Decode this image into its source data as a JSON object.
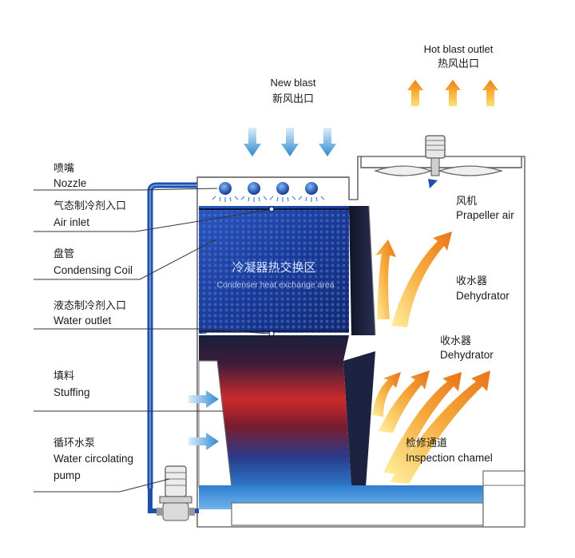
{
  "top": {
    "hot_blast_en": "Hot blast outlet",
    "hot_blast_cn": "热风出口",
    "new_blast_en": "New blast",
    "new_blast_cn": "新风出口"
  },
  "left_labels": [
    {
      "cn": "喷嘴",
      "en": "Nozzle"
    },
    {
      "cn": "气态制冷剂入口",
      "en": "Air inlet"
    },
    {
      "cn": "盘管",
      "en": "Condensing Coil"
    },
    {
      "cn": "液态制冷剂入口",
      "en": "Water outlet"
    },
    {
      "cn": "填料",
      "en": "Stuffing"
    },
    {
      "cn": "循环水泵",
      "en": "Water circolating",
      "en2": "pump"
    }
  ],
  "right_labels": [
    {
      "cn": "风机",
      "en": "Prapeller air"
    },
    {
      "cn": "收水器",
      "en": "Dehydrator"
    },
    {
      "cn": "收水器",
      "en": "Dehydrator"
    },
    {
      "cn": "检修通道",
      "en": "Inspection chamel"
    }
  ],
  "coil": {
    "cn": "冷凝器热交换区",
    "en": "Condenser heat exchange area"
  },
  "colors": {
    "blue_arrow": "#3a8fd0",
    "orange_arrow": "#f39a1e",
    "coil_blue": "#1d3f96",
    "pipe": "#1f4fa8",
    "fill_red": "#c8282a"
  },
  "icons": [
    "fan-motor-icon",
    "pump-icon",
    "nozzle-icon"
  ]
}
